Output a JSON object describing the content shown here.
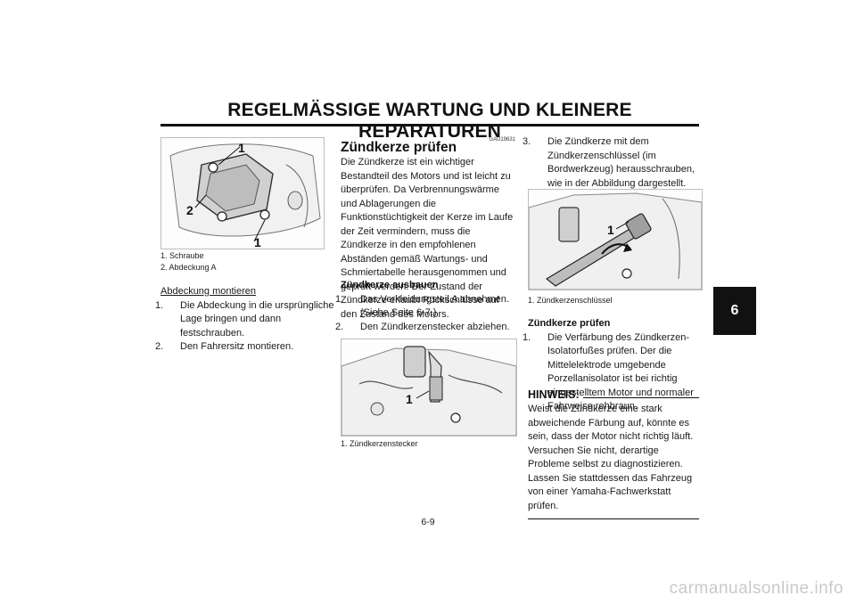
{
  "header": {
    "title": "REGELMÄSSIGE WARTUNG UND KLEINERE REPARATUREN"
  },
  "tab": {
    "chapter": "6"
  },
  "col1": {
    "figure": {
      "callout_1a": "1",
      "callout_1b": "1",
      "callout_2": "2"
    },
    "captions": [
      "1. Schraube",
      "2. Abdeckung A"
    ],
    "heading": "Abdeckung montieren",
    "steps": [
      {
        "num": "1.",
        "text": "Die Abdeckung in die ursprüngliche Lage bringen und dann festschrauben."
      },
      {
        "num": "2.",
        "text": "Den Fahrersitz montieren."
      }
    ]
  },
  "col2": {
    "code": "GAU19631",
    "heading": "Zündkerze prüfen",
    "intro": "Die Zündkerze ist ein wichtiger Bestandteil des Motors und ist leicht zu überprüfen. Da Verbrennungswärme und Ablagerungen die Funktionstüchtigkeit der Kerze im Laufe der Zeit vermindern, muss die Zündkerze in den empfohlenen Abständen gemäß Wartungs- und Schmiertabelle herausgenommen und geprüft werden. Der Zustand der Zündkerze erlaubt Rückschlüsse auf den Zustand des Motors.",
    "subheading": "Zündkerze ausbauen",
    "steps": [
      {
        "num": "1.",
        "text": "Das Verkleidungsteil A abnehmen. (Siehe Seite 6-7.)"
      },
      {
        "num": "2.",
        "text": "Den Zündkerzenstecker abziehen."
      }
    ],
    "figure": {
      "callout": "1"
    },
    "caption": "1. Zündkerzenstecker"
  },
  "col3": {
    "step3": {
      "num": "3.",
      "text": "Die Zündkerze mit dem Zündkerzenschlüssel (im Bordwerkzeug) herausschrauben, wie in der Abbildung dargestellt."
    },
    "figure": {
      "callout": "1"
    },
    "caption": "1. Zündkerzenschlüssel",
    "subheading": "Zündkerze prüfen",
    "steps": [
      {
        "num": "1.",
        "text": "Die Verfärbung des Zündkerzen-Isolatorfußes prüfen. Der die Mittelelektrode umgebende Porzellanisolator ist bei richtig eingestelltem Motor und normaler Fahrweise rehbraun."
      }
    ],
    "note_label": "HINWEIS:",
    "note_text": "Weist die Zündkerze eine stark abweichende Färbung auf, könnte es sein, dass der Motor nicht richtig läuft. Versuchen Sie nicht, derartige Probleme selbst zu diagnostizieren. Lassen Sie stattdessen das Fahrzeug von einer Yamaha-Fachwerkstatt prüfen."
  },
  "footer": {
    "page_number": "6-9",
    "watermark": "carmanualsonline.info"
  }
}
